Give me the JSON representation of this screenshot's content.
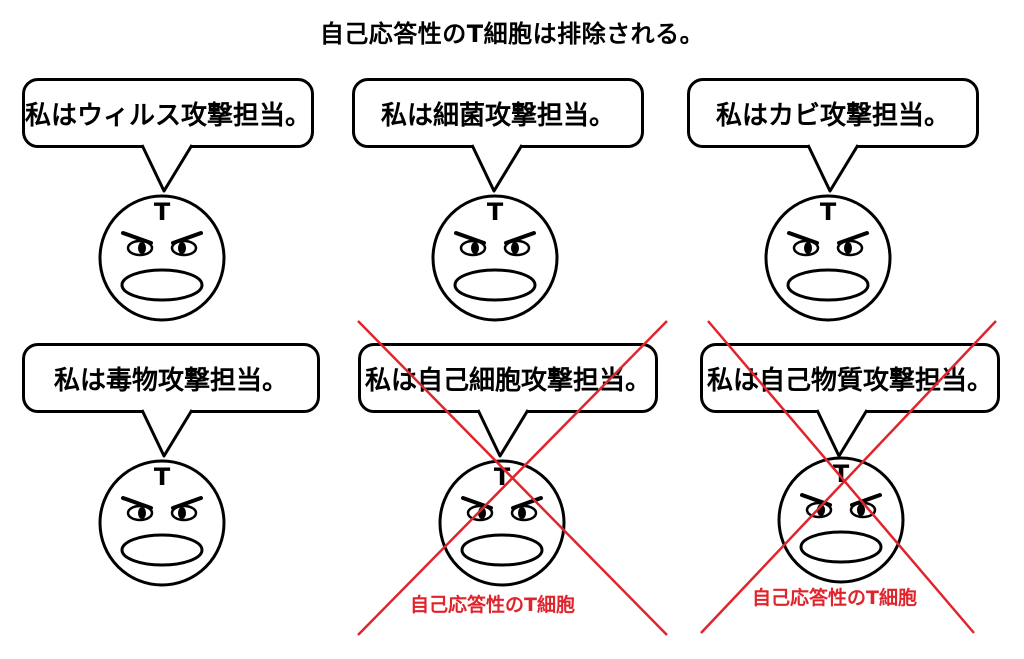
{
  "title": "自己応答性のT細胞は排除される。",
  "cells": [
    {
      "speech": "私はウィルス攻撃担当。",
      "letter": "T"
    },
    {
      "speech": "私は細菌攻撃担当。",
      "letter": "T"
    },
    {
      "speech": "私はカビ攻撃担当。",
      "letter": "T"
    },
    {
      "speech": "私は毒物攻撃担当。",
      "letter": "T"
    },
    {
      "speech": "私は自己細胞攻撃担当。",
      "letter": "T",
      "crossed": true,
      "crossed_label": "自己応答性のT細胞"
    },
    {
      "speech": "私は自己物質攻撃担当。",
      "letter": "T",
      "crossed": true,
      "crossed_label": "自己応答性のT細胞"
    }
  ],
  "colors": {
    "cross": "#e0242c",
    "label": "#e0242c"
  }
}
